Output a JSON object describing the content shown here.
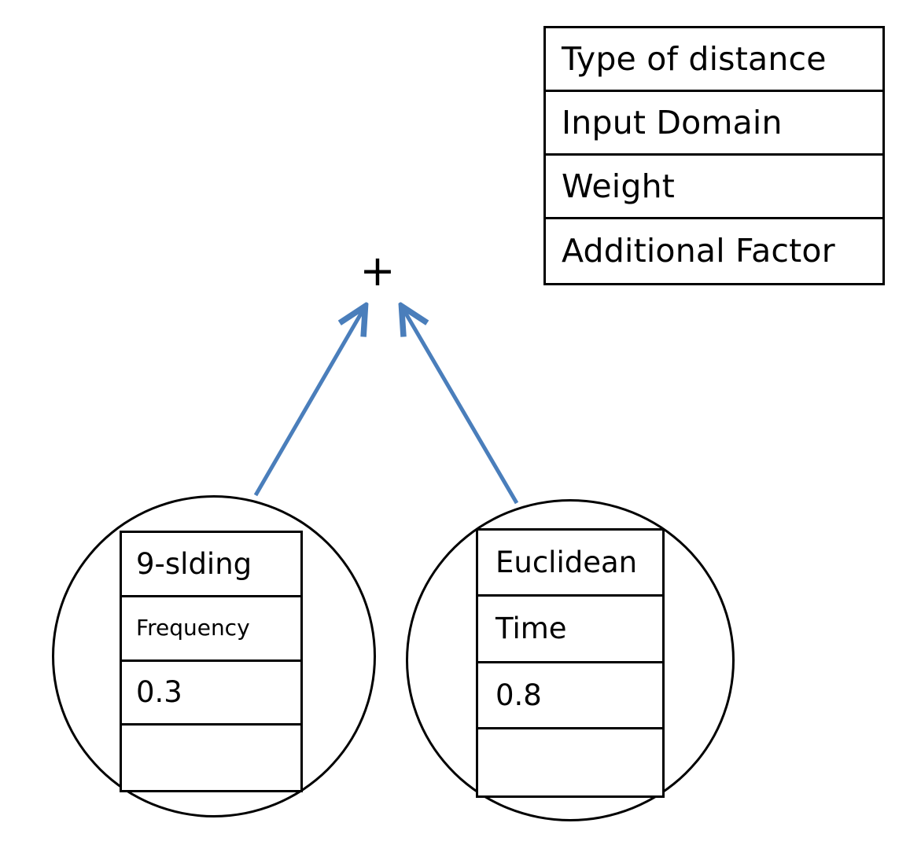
{
  "diagram": {
    "operator": "+",
    "legend": {
      "name": "legend-box",
      "rows": [
        "Type of distance",
        "Input Domain",
        "Weight",
        "Additional Factor"
      ]
    },
    "nodes": [
      {
        "id": "left",
        "name": "distance-node-frequency",
        "rows": [
          {
            "label": "9-slding",
            "size": "lg"
          },
          {
            "label": "Frequency",
            "size": "sm"
          },
          {
            "label": "0.3",
            "size": "lg"
          },
          {
            "label": "",
            "size": "lg"
          }
        ]
      },
      {
        "id": "right",
        "name": "distance-node-time",
        "rows": [
          {
            "label": "Euclidean",
            "size": "lg"
          },
          {
            "label": "Time",
            "size": "lg"
          },
          {
            "label": "0.8",
            "size": "lg"
          },
          {
            "label": "",
            "size": "lg"
          }
        ]
      }
    ],
    "arrows": [
      {
        "name": "arrow-left-to-plus",
        "from": [
          325,
          630
        ],
        "to": [
          462,
          388
        ]
      },
      {
        "name": "arrow-right-to-plus",
        "from": [
          657,
          640
        ],
        "to": [
          513,
          388
        ]
      }
    ],
    "colors": {
      "arrow": "#4a7ebb",
      "stroke": "#000000",
      "background": "#ffffff"
    }
  }
}
